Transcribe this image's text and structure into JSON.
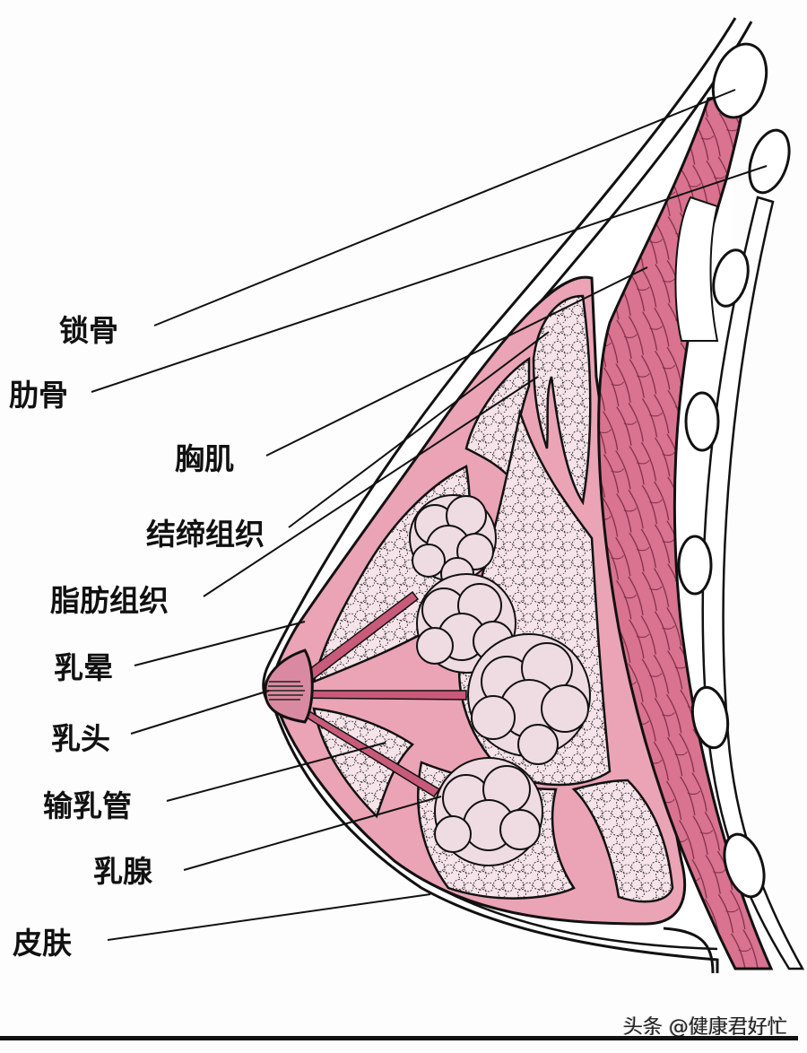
{
  "diagram": {
    "subject": "乳房解剖结构示意图",
    "colors": {
      "muscle": "#d9738f",
      "muscle_dark": "#c85a7a",
      "connective": "#eba3b6",
      "fat": "#f6e4ea",
      "gland": "#efdbe2",
      "outline": "#111111",
      "background": "#fdfdfd"
    },
    "labels": [
      {
        "id": "clavicle",
        "text": "锁骨"
      },
      {
        "id": "rib",
        "text": "肋骨"
      },
      {
        "id": "pectoral-muscle",
        "text": "胸肌"
      },
      {
        "id": "connective-tissue",
        "text": "结缔组织"
      },
      {
        "id": "adipose-tissue",
        "text": "脂肪组织"
      },
      {
        "id": "areola",
        "text": "乳晕"
      },
      {
        "id": "nipple",
        "text": "乳头"
      },
      {
        "id": "lactiferous-duct",
        "text": "输乳管"
      },
      {
        "id": "mammary-gland",
        "text": "乳腺"
      },
      {
        "id": "skin",
        "text": "皮肤"
      }
    ]
  },
  "watermark": {
    "text": "头条 @健康君好忙"
  }
}
